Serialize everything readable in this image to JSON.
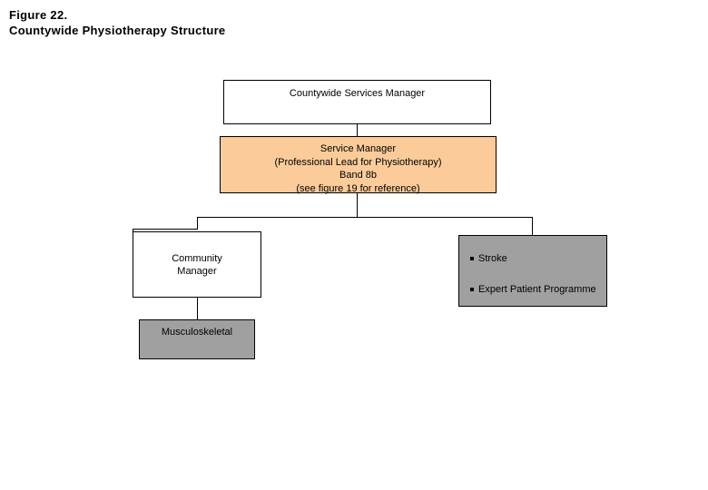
{
  "figure": {
    "title_line_1": "Figure 22.",
    "title_line_2": "Countywide Physiotherapy Structure"
  },
  "colors": {
    "service_manager_fill": "#fbcc9a",
    "grey_fill": "#a0a0a0",
    "white_fill": "#ffffff",
    "line": "#000000"
  },
  "chart_data": {
    "type": "diagram",
    "title": "Figure 22. Countywide Physiotherapy Structure",
    "nodes": [
      {
        "id": "countywide-services-manager",
        "label": "Countywide Services Manager",
        "fill": "#ffffff",
        "level": 0
      },
      {
        "id": "service-manager",
        "label": "Service Manager\n(Professional Lead for Physiotherapy)\nBand 8b\n(see figure 19 for reference)",
        "fill": "#fbcc9a",
        "level": 1
      },
      {
        "id": "community-manager",
        "label": "Community\nManager",
        "fill": "#ffffff",
        "level": 2
      },
      {
        "id": "services-list",
        "label": "Stroke; Expert Patient Programme",
        "fill": "#a0a0a0",
        "level": 2
      },
      {
        "id": "musculoskeletal",
        "label": "Musculoskeletal",
        "fill": "#a0a0a0",
        "level": 3
      }
    ],
    "edges": [
      {
        "from": "countywide-services-manager",
        "to": "service-manager"
      },
      {
        "from": "service-manager",
        "to": "community-manager"
      },
      {
        "from": "service-manager",
        "to": "services-list"
      },
      {
        "from": "community-manager",
        "to": "musculoskeletal"
      }
    ]
  },
  "nodes": {
    "top": {
      "text": "Countywide Services Manager"
    },
    "service_manager": {
      "text": "Service Manager\n(Professional Lead for Physiotherapy)\nBand 8b\n(see figure 19 for reference)"
    },
    "community": {
      "text": "Community\nManager"
    },
    "musculoskeletal": {
      "text": "Musculoskeletal"
    },
    "services": {
      "items": [
        {
          "label": "Stroke"
        },
        {
          "label": "Expert Patient Programme"
        }
      ]
    }
  }
}
